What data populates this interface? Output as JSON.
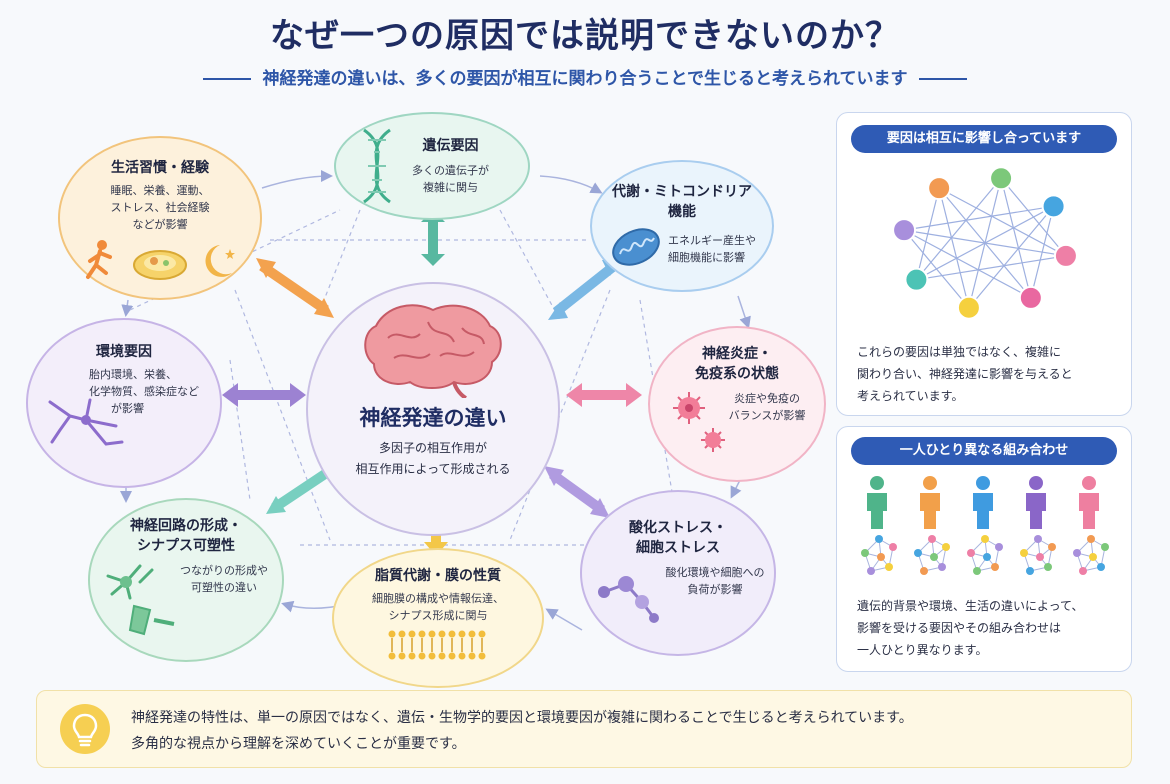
{
  "header": {
    "title": "なぜ一つの原因では説明できないのか？",
    "subtitle": "神経発達の違いは、多くの要因が相互に関わり合うことで生じると考えられています"
  },
  "center": {
    "title": "神経発達の違い",
    "desc1": "多因子の相互作用が",
    "desc2": "相互作用によって形成される"
  },
  "nodes": {
    "genetic": {
      "title": "遺伝要因",
      "d1": "多くの遺伝子が",
      "d2": "複雑に関与"
    },
    "lifestyle": {
      "title": "生活習慣・経験",
      "d1": "睡眠、栄養、運動、",
      "d2": "ストレス、社会経験",
      "d3": "などが影響"
    },
    "metabolic": {
      "t1": "代謝・ミトコンドリア",
      "t2": "機能",
      "d1": "エネルギー産生や",
      "d2": "細胞機能に影響"
    },
    "environment": {
      "title": "環境要因",
      "d1": "胎内環境、栄養、",
      "d2": "化学物質、感染症など",
      "d3": "が影響"
    },
    "immune": {
      "t1": "神経炎症・",
      "t2": "免疫系の状態",
      "d1": "炎症や免疫の",
      "d2": "バランスが影響"
    },
    "circuit": {
      "t1": "神経回路の形成・",
      "t2": "シナプス可塑性",
      "d1": "つながりの形成や",
      "d2": "可塑性の違い"
    },
    "lipid": {
      "title": "脂質代謝・膜の性質",
      "d1": "細胞膜の構成や情報伝達、",
      "d2": "シナプス形成に関与"
    },
    "oxidative": {
      "t1": "酸化ストレス・",
      "t2": "細胞ストレス",
      "d1": "酸化環境や細胞への",
      "d2": "負荷が影響"
    }
  },
  "panel1": {
    "heading": "要因は相互に影響し合っています",
    "l1": "これらの要因は単独ではなく、複雑に",
    "l2": "関わり合い、神経発達に影響を与えると",
    "l3": "考えられています。",
    "node_colors": [
      "#7cc87a",
      "#46a5e0",
      "#ee7fa6",
      "#e968a0",
      "#f5d03e",
      "#4cc3b5",
      "#a88fdc",
      "#f29a52"
    ]
  },
  "panel2": {
    "heading": "一人ひとり異なる組み合わせ",
    "l1": "遺伝的背景や環境、生活の違いによって、",
    "l2": "影響を受ける要因やその組み合わせは",
    "l3": "一人ひとり異なります。",
    "person_colors": [
      "#4fb48a",
      "#f2a04a",
      "#3f9be0",
      "#8a66c8",
      "#ee7fa0"
    ]
  },
  "footer": {
    "l1": "神経発達の特性は、単一の原因ではなく、遺伝・生物学的要因と環境要因が複雑に関わることで生じると考えられています。",
    "l2": "多角的な視点から理解を深めていくことが重要です。"
  }
}
